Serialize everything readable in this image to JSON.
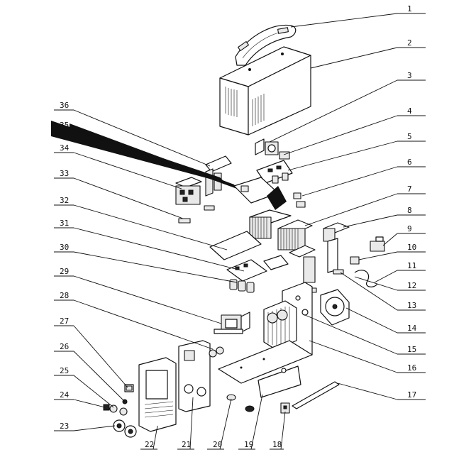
{
  "callouts": [
    "1",
    "2",
    "3",
    "4",
    "5",
    "6",
    "7",
    "8",
    "9",
    "10",
    "11",
    "12",
    "13",
    "14",
    "15",
    "16",
    "17",
    "18",
    "19",
    "20",
    "21",
    "22",
    "23",
    "24",
    "25",
    "26",
    "27",
    "28",
    "29",
    "30",
    "31",
    "32",
    "33",
    "34",
    "35",
    "36"
  ]
}
